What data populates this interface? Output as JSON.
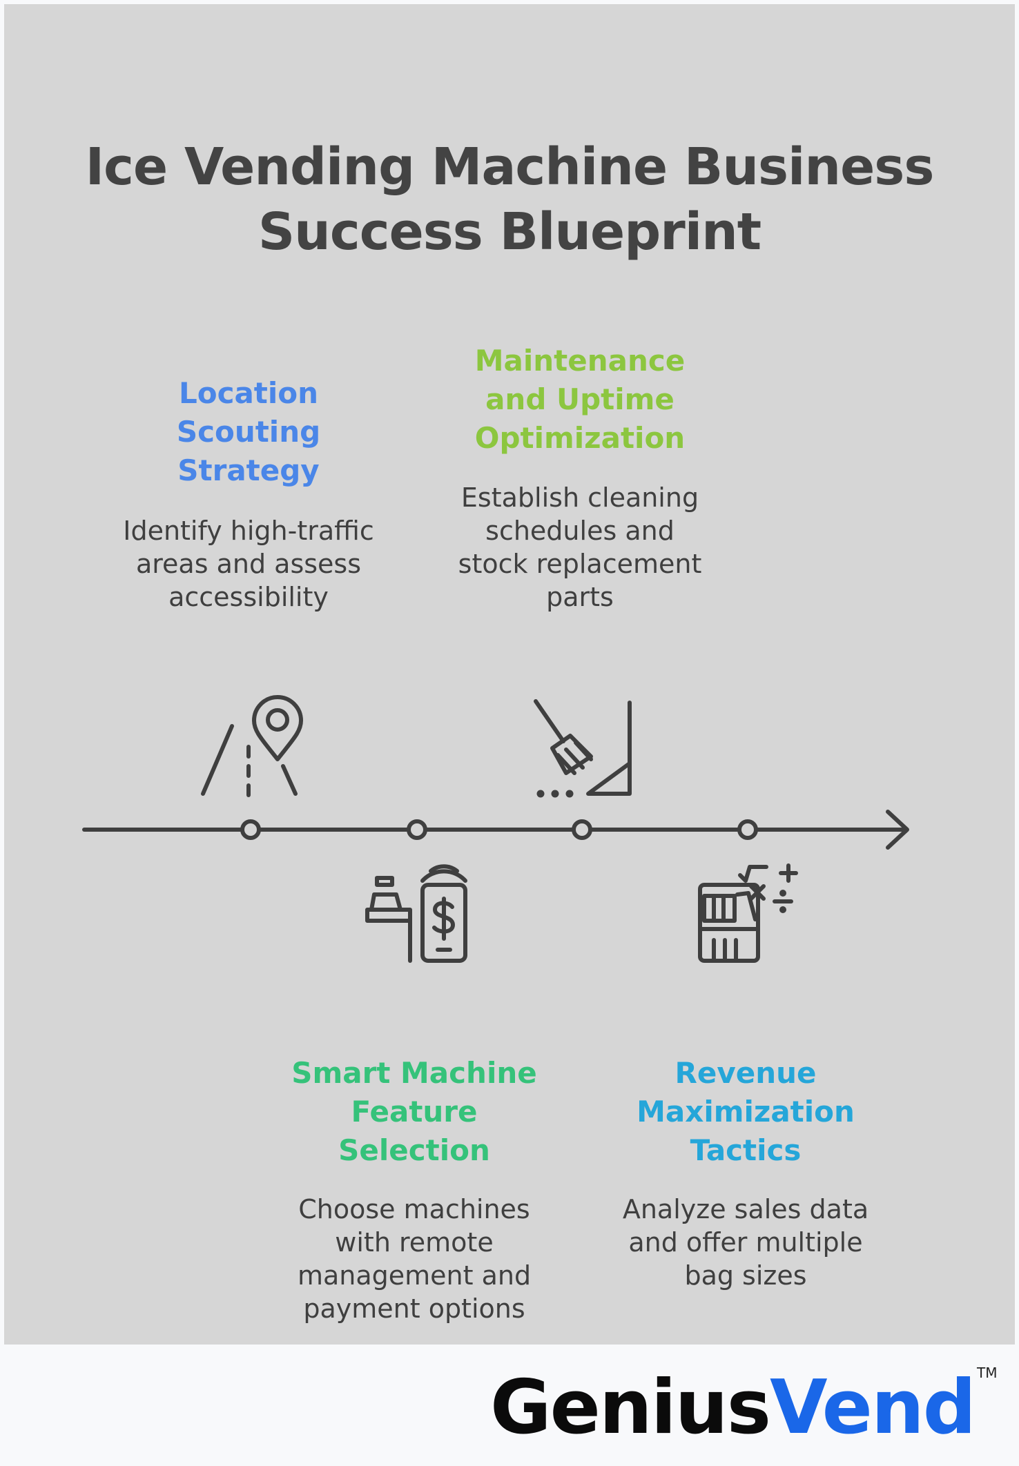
{
  "title": {
    "line1": "Ice Vending Machine Business",
    "line2": "Success Blueprint"
  },
  "steps": [
    {
      "title": [
        "Location",
        "Scouting",
        "Strategy"
      ],
      "description": [
        "Identify high-traffic",
        "areas and assess",
        "accessibility"
      ],
      "color": "#4a86e8",
      "icon": "road-location-pin-icon"
    },
    {
      "title": [
        "Smart Machine",
        "Feature",
        "Selection"
      ],
      "description": [
        "Choose machines",
        "with remote",
        "management and",
        "payment options"
      ],
      "color": "#35c27a",
      "icon": "cash-register-phone-payment-icon"
    },
    {
      "title": [
        "Maintenance",
        "and Uptime",
        "Optimization"
      ],
      "description": [
        "Establish cleaning",
        "schedules and",
        "stock replacement",
        "parts"
      ],
      "color": "#8cc63f",
      "icon": "broom-dustpan-icon"
    },
    {
      "title": [
        "Revenue",
        "Maximization",
        "Tactics"
      ],
      "description": [
        "Analyze sales data",
        "and offer multiple",
        "bag sizes"
      ],
      "color": "#25a6d9",
      "icon": "calculator-register-icon"
    }
  ],
  "logo": {
    "text_main": "Genius",
    "text_accent": "Vend",
    "trademark": "TM",
    "accent_color": "#1a67e8"
  },
  "colors": {
    "panel": "#d6d6d6",
    "line": "#3f3f3f",
    "title": "#434343"
  }
}
